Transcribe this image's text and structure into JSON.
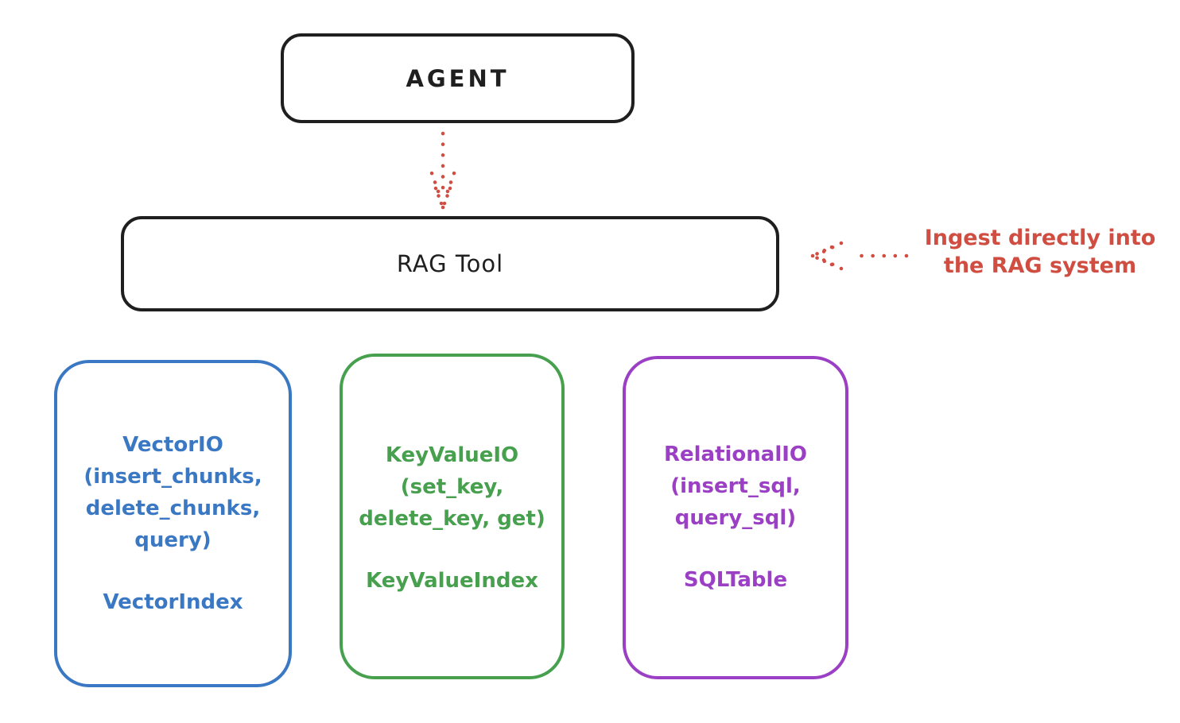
{
  "colors": {
    "ink": "#1f1f1f",
    "red_accent": "#d04d42",
    "blue": "#3b78c4",
    "green": "#47a04e",
    "purple": "#9b40c4"
  },
  "agent": {
    "label": "AGENT"
  },
  "rag_tool": {
    "label": "RAG Tool"
  },
  "annotation": {
    "line1": "Ingest directly into",
    "line2": "the RAG system"
  },
  "arrows": [
    {
      "name": "agent-to-rag-tool",
      "style": "dotted",
      "color": "#d04d42",
      "direction": "down"
    },
    {
      "name": "annotation-to-rag-tool",
      "style": "dotted",
      "color": "#d04d42",
      "direction": "left"
    }
  ],
  "storage_boxes": [
    {
      "name": "vector-io",
      "color": "#3b78c4",
      "title_lines": [
        "VectorIO",
        "(insert_chunks,",
        "delete_chunks,",
        "query)"
      ],
      "index_label": "VectorIndex"
    },
    {
      "name": "keyvalue-io",
      "color": "#47a04e",
      "title_lines": [
        "KeyValueIO",
        "(set_key,",
        "delete_key, get)"
      ],
      "index_label": "KeyValueIndex"
    },
    {
      "name": "relational-io",
      "color": "#9b40c4",
      "title_lines": [
        "RelationalIO",
        "(insert_sql,",
        "query_sql)"
      ],
      "index_label": "SQLTable"
    }
  ]
}
